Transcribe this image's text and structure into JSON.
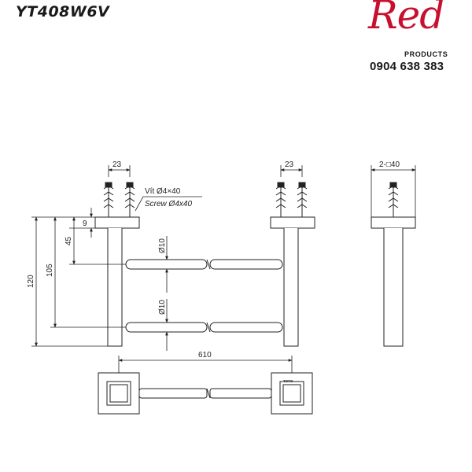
{
  "header": {
    "model_code": "YT408W6V",
    "brand_name": "Red",
    "brand_tagline": "PRODUCTS",
    "phone": "0904 638 383",
    "brand_color": "#c8102e"
  },
  "drawing": {
    "dimensions": {
      "left_anchor_spacing": "23",
      "right_anchor_spacing": "23",
      "side_width": "2-□40",
      "plate_thickness": "9",
      "upper_bar_height": "45",
      "lower_bar_height": "105",
      "total_height": "120",
      "upper_bar_diameter": "Ø10",
      "lower_bar_diameter": "Ø10",
      "overall_length": "610"
    },
    "screw_note_vi": "Vít Ø4×40",
    "screw_note_en": "Screw Ø4x40",
    "plate_mark": "TOTO"
  }
}
